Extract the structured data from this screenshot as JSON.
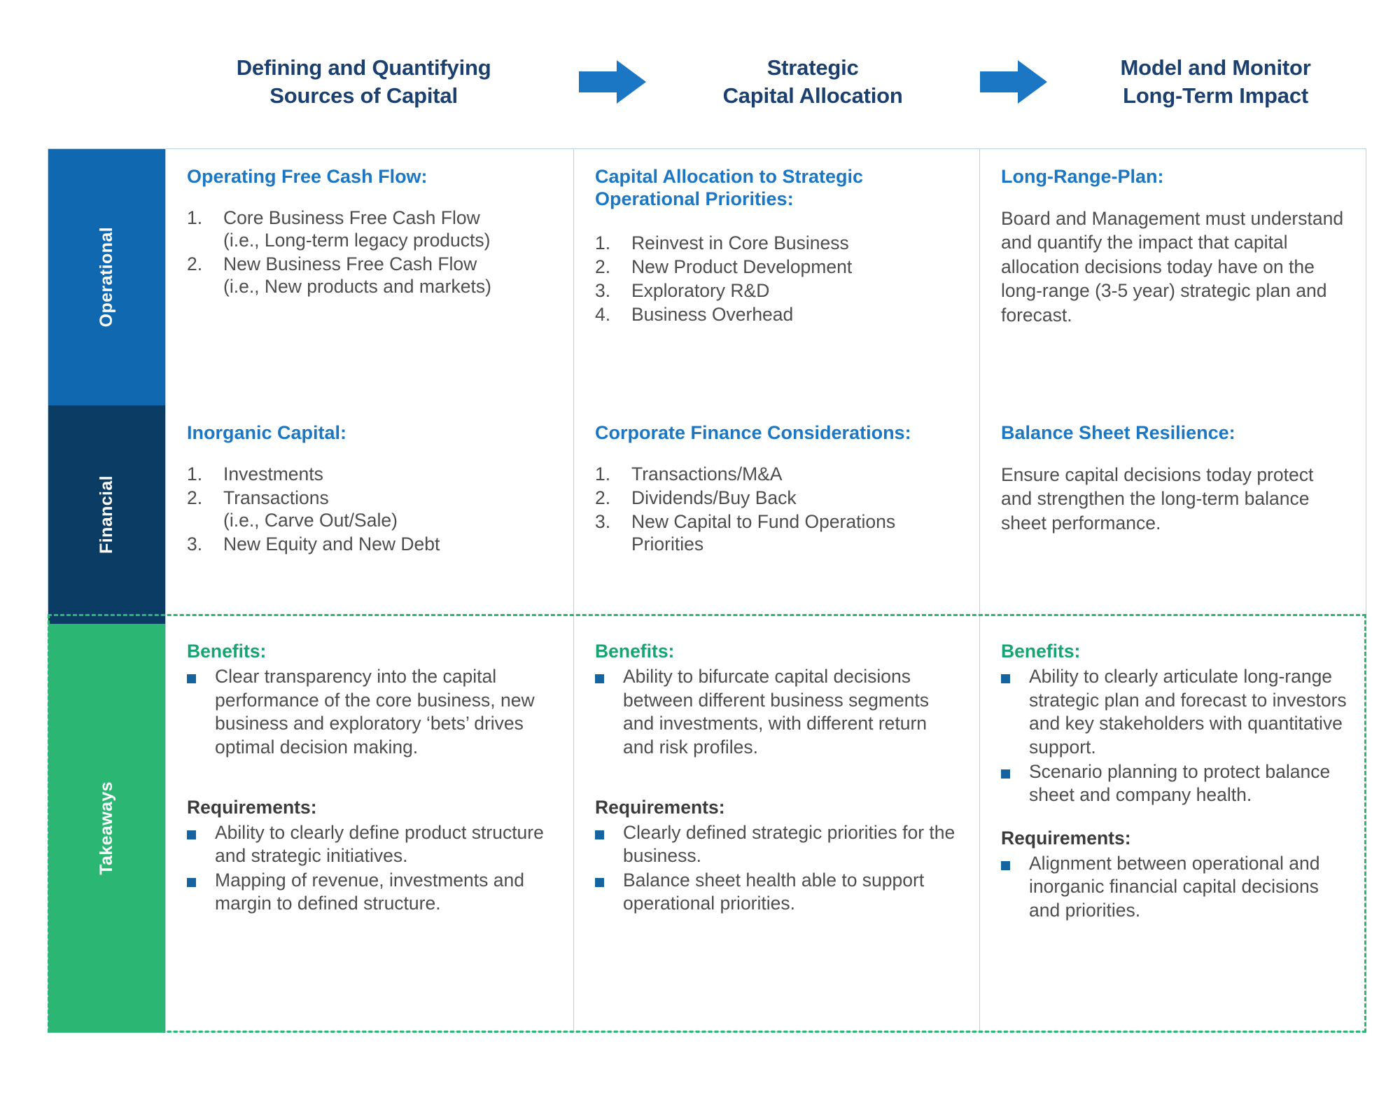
{
  "header": {
    "phases": [
      {
        "line1": "Defining and Quantifying",
        "line2": "Sources of Capital"
      },
      {
        "line1": "Strategic",
        "line2": "Capital Allocation"
      },
      {
        "line1": "Model and Monitor",
        "line2": "Long-Term Impact"
      }
    ],
    "arrow_color": "#1b77c4",
    "title_color": "#1b3f6e"
  },
  "rows": [
    {
      "label": "Operational",
      "label_color": "#1069b0",
      "cells": [
        {
          "title": "Operating Free Cash Flow:",
          "list": [
            {
              "idx": "1.",
              "text": "Core Business Free Cash Flow",
              "sub": "(i.e., Long-term legacy products)"
            },
            {
              "idx": "2.",
              "text": "New Business Free Cash Flow",
              "sub": "(i.e., New products and markets)"
            }
          ]
        },
        {
          "title": "Capital Allocation to Strategic Operational Priorities:",
          "list": [
            {
              "idx": "1.",
              "text": "Reinvest in Core Business"
            },
            {
              "idx": "2.",
              "text": "New Product Development"
            },
            {
              "idx": "3.",
              "text": "Exploratory R&D"
            },
            {
              "idx": "4.",
              "text": "Business Overhead"
            }
          ]
        },
        {
          "title": "Long-Range-Plan:",
          "paragraph": "Board and Management must understand and quantify the impact that capital allocation decisions today have on the long-range (3-5 year) strategic plan and forecast."
        }
      ]
    },
    {
      "label": "Financial",
      "label_color": "#0b3c63",
      "cells": [
        {
          "title": "Inorganic Capital:",
          "list": [
            {
              "idx": "1.",
              "text": "Investments"
            },
            {
              "idx": "2.",
              "text": "Transactions",
              "sub": "(i.e., Carve Out/Sale)"
            },
            {
              "idx": "3.",
              "text": "New Equity and New Debt"
            }
          ]
        },
        {
          "title": "Corporate Finance Considerations:",
          "list": [
            {
              "idx": "1.",
              "text": "Transactions/M&A"
            },
            {
              "idx": "2.",
              "text": "Dividends/Buy Back"
            },
            {
              "idx": "3.",
              "text": "New Capital to Fund Operations Priorities"
            }
          ]
        },
        {
          "title": "Balance Sheet Resilience:",
          "paragraph": "Ensure capital decisions today protect and strengthen the long-term balance sheet performance."
        }
      ]
    },
    {
      "label": "Takeaways",
      "label_color": "#2bb673",
      "cells": [
        {
          "benefits_label": "Benefits:",
          "benefits": [
            "Clear transparency into the capital performance of the core business, new business and exploratory ‘bets’ drives  optimal decision making."
          ],
          "requirements_label": "Requirements:",
          "requirements": [
            "Ability to clearly define product structure and strategic initiatives.",
            "Mapping of revenue, investments and margin to defined structure."
          ]
        },
        {
          "benefits_label": "Benefits:",
          "benefits": [
            "Ability to bifurcate capital decisions between different business segments and investments, with different return and risk profiles."
          ],
          "requirements_label": "Requirements:",
          "requirements": [
            "Clearly defined strategic priorities for the business.",
            "Balance sheet health able to support operational priorities."
          ]
        },
        {
          "benefits_label": "Benefits:",
          "benefits": [
            "Ability to clearly articulate long-range strategic plan and forecast to investors and key stakeholders with quantitative support.",
            "Scenario planning to protect balance sheet and company health."
          ],
          "requirements_label": "Requirements:",
          "requirements": [
            "Alignment between operational and inorganic financial capital decisions and priorities."
          ]
        }
      ]
    }
  ],
  "colors": {
    "cell_title": "#1b77c4",
    "benefits_heading": "#16a572",
    "bullet_square": "#15639f",
    "grid_border": "#b9cfe6",
    "takeaway_dash": "#2bb673"
  }
}
